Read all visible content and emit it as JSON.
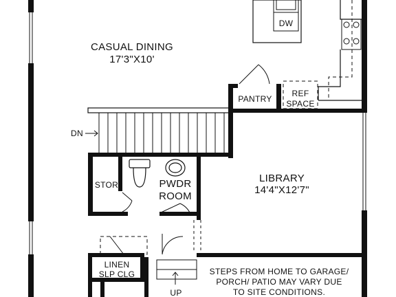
{
  "rooms": {
    "casual_dining": {
      "name": "CASUAL DINING",
      "dims": "17'3\"X10'"
    },
    "library": {
      "name": "LIBRARY",
      "dims": "14'4\"X12'7\""
    },
    "powder_room": {
      "line1": "PWDR",
      "line2": "ROOM"
    },
    "pantry": "PANTRY",
    "storage": "STOR",
    "linen": {
      "line1": "LINEN",
      "line2": "SLP CLG"
    }
  },
  "appliances": {
    "dishwasher": "DW",
    "fridge": {
      "line1": "REF",
      "line2": "SPACE"
    }
  },
  "stairs": {
    "down_label": "DN",
    "up_label": "UP"
  },
  "note": {
    "line1": "STEPS FROM HOME TO GARAGE/",
    "line2": "PORCH/ PATIO MAY VARY DUE",
    "line3": "TO SITE CONDITIONS."
  }
}
